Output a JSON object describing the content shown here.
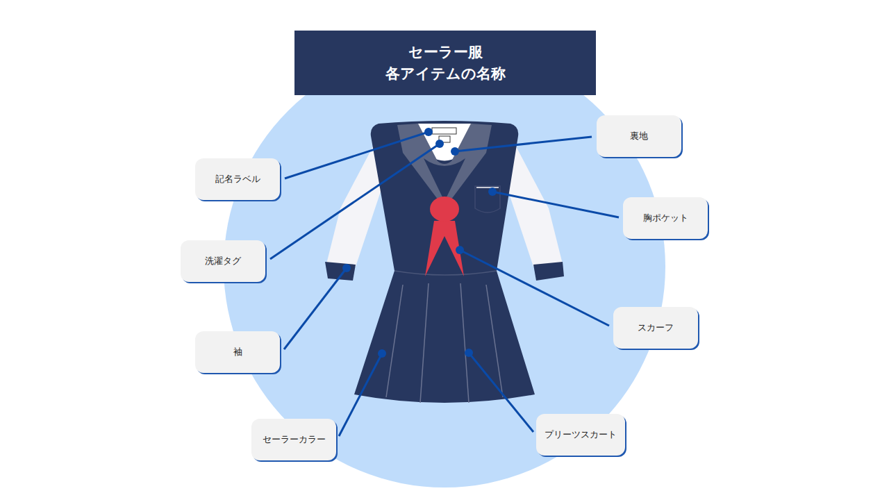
{
  "diagram": {
    "title": "セーラー服 各アイテムの名称",
    "nodes": [
      {
        "text": [
          "記名ラベル"
        ]
      },
      {
        "text": [
          "裏地"
        ]
      },
      {
        "text": [
          "胸ポケット"
        ]
      },
      {
        "text": [
          "洗濯タグ"
        ]
      },
      {
        "text": [
          "スカーフ"
        ]
      },
      {
        "text": [
          "袖"
        ]
      },
      {
        "text": [
          "セーラーカラー"
        ]
      },
      {
        "text": [
          "プリーツスカート"
        ]
      }
    ]
  }
}
